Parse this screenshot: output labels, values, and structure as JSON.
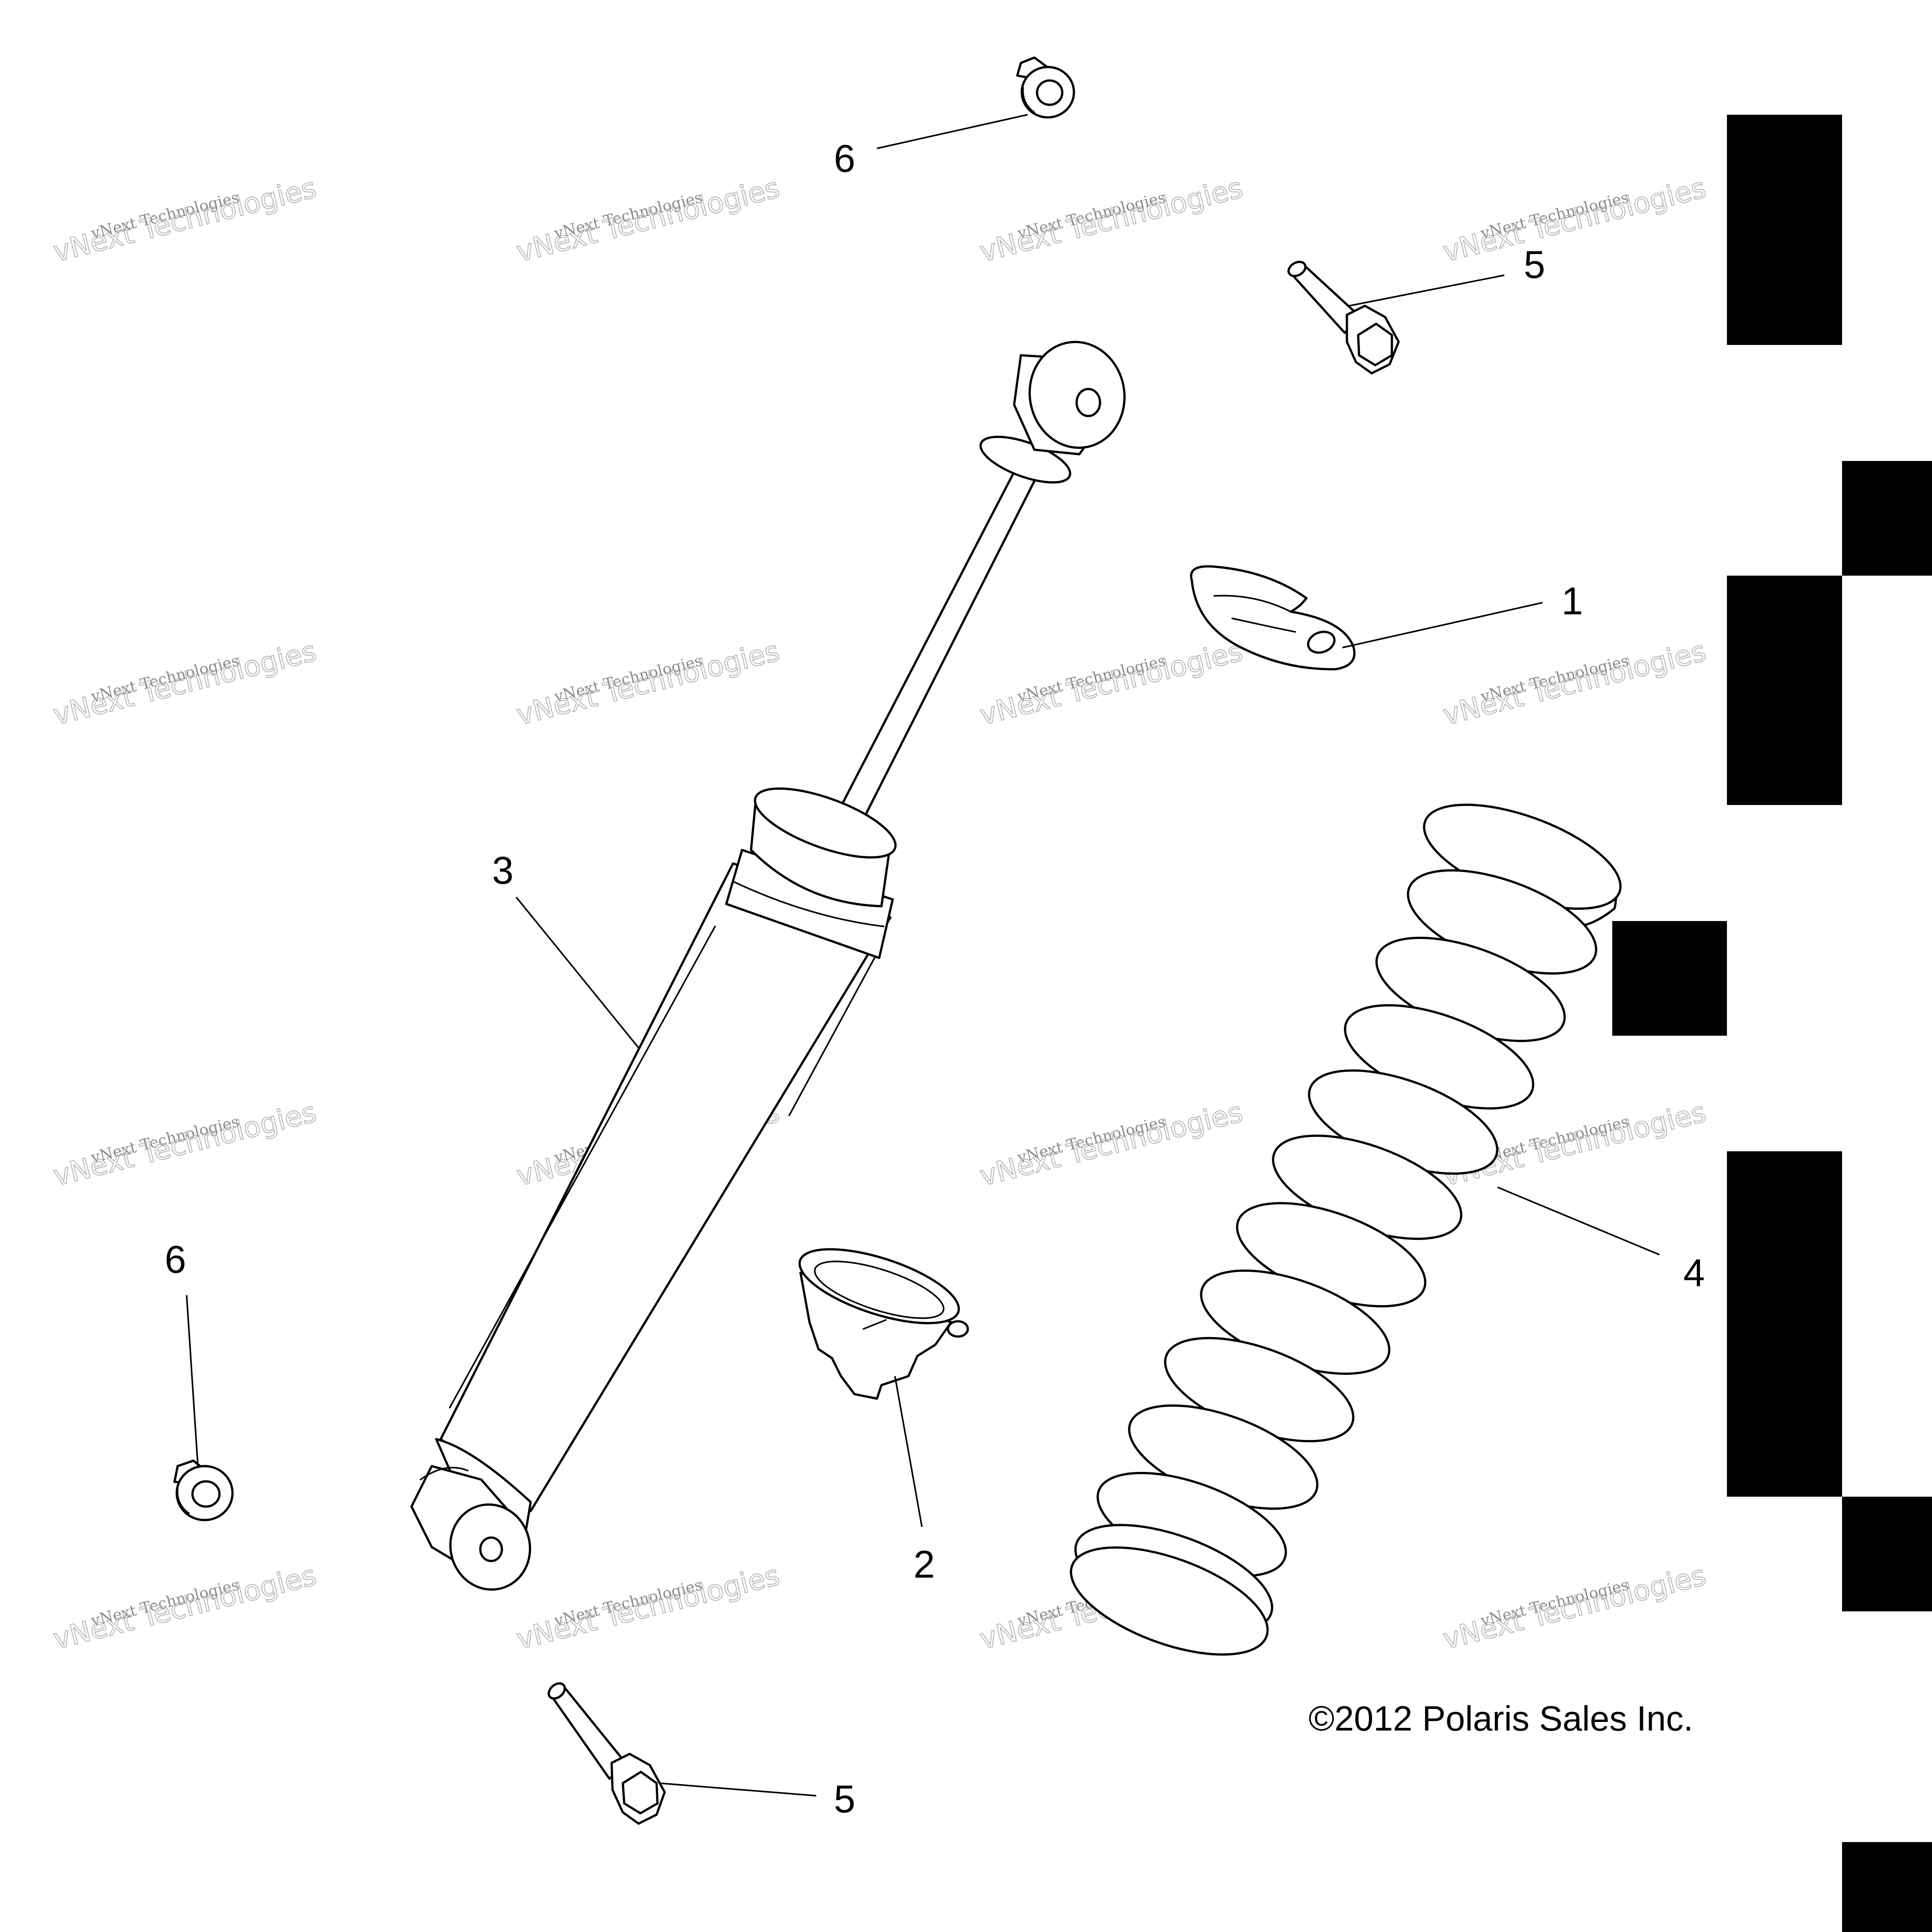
{
  "diagram": {
    "callouts": [
      {
        "id": "c-6-top",
        "label": "6"
      },
      {
        "id": "c-5-top",
        "label": "5"
      },
      {
        "id": "c-1",
        "label": "1"
      },
      {
        "id": "c-3",
        "label": "3"
      },
      {
        "id": "c-4",
        "label": "4"
      },
      {
        "id": "c-6-left",
        "label": "6"
      },
      {
        "id": "c-2",
        "label": "2"
      },
      {
        "id": "c-5-bottom",
        "label": "5"
      }
    ],
    "copyright": "©2012 Polaris Sales Inc.",
    "watermark": {
      "line1": "vNext Technologies",
      "line2": "vNext Technologies"
    },
    "colors": {
      "ink": "#000000",
      "paper": "#ffffff",
      "watermark": "#b8b8b8"
    }
  }
}
